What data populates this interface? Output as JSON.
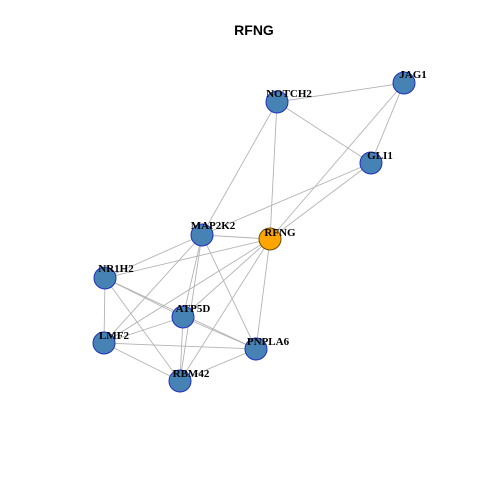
{
  "title": "RFNG",
  "colors": {
    "node_fill": "#4682b4",
    "node_stroke": "#1f2fbf",
    "focus_fill": "#ffa500",
    "focus_stroke": "#6b4e00",
    "edge": "#b3b3b3"
  },
  "nodes": [
    {
      "id": "JAG1",
      "label": "JAG1"
    },
    {
      "id": "NOTCH2",
      "label": "NOTCH2"
    },
    {
      "id": "GLI1",
      "label": "GLI1"
    },
    {
      "id": "MAP2K2",
      "label": "MAP2K2"
    },
    {
      "id": "RFNG",
      "label": "RFNG",
      "focus": true
    },
    {
      "id": "NR1H2",
      "label": "NR1H2"
    },
    {
      "id": "ATP5D",
      "label": "ATP5D"
    },
    {
      "id": "LMF2",
      "label": "LMF2"
    },
    {
      "id": "PNPLA6",
      "label": "PNPLA6"
    },
    {
      "id": "RBM42",
      "label": "RBM42"
    }
  ],
  "edges": [
    [
      "NOTCH2",
      "JAG1"
    ],
    [
      "NOTCH2",
      "GLI1"
    ],
    [
      "NOTCH2",
      "MAP2K2"
    ],
    [
      "NOTCH2",
      "RFNG"
    ],
    [
      "JAG1",
      "GLI1"
    ],
    [
      "JAG1",
      "RFNG"
    ],
    [
      "GLI1",
      "MAP2K2"
    ],
    [
      "GLI1",
      "RFNG"
    ],
    [
      "MAP2K2",
      "RFNG"
    ],
    [
      "MAP2K2",
      "NR1H2"
    ],
    [
      "MAP2K2",
      "ATP5D"
    ],
    [
      "MAP2K2",
      "LMF2"
    ],
    [
      "MAP2K2",
      "PNPLA6"
    ],
    [
      "MAP2K2",
      "RBM42"
    ],
    [
      "RFNG",
      "NR1H2"
    ],
    [
      "RFNG",
      "ATP5D"
    ],
    [
      "RFNG",
      "LMF2"
    ],
    [
      "RFNG",
      "PNPLA6"
    ],
    [
      "RFNG",
      "RBM42"
    ],
    [
      "NR1H2",
      "ATP5D"
    ],
    [
      "NR1H2",
      "LMF2"
    ],
    [
      "NR1H2",
      "PNPLA6"
    ],
    [
      "NR1H2",
      "RBM42"
    ],
    [
      "ATP5D",
      "LMF2"
    ],
    [
      "ATP5D",
      "PNPLA6"
    ],
    [
      "ATP5D",
      "RBM42"
    ],
    [
      "LMF2",
      "PNPLA6"
    ],
    [
      "LMF2",
      "RBM42"
    ],
    [
      "PNPLA6",
      "RBM42"
    ]
  ]
}
